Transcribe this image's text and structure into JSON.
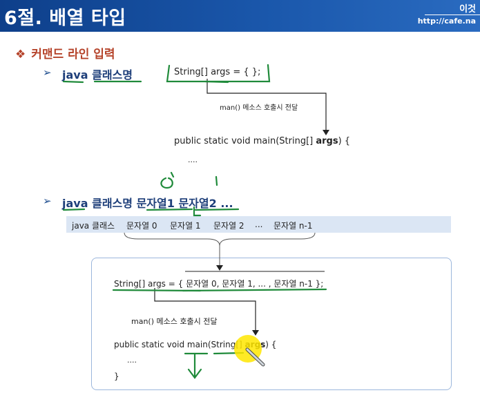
{
  "header": {
    "title": "6절. 배열 타입",
    "author": "이것",
    "url": "http://cafe.na"
  },
  "section": {
    "bullet_symbol": "❖",
    "heading": "커맨드 라인 입력"
  },
  "first": {
    "arrow": "➢",
    "label_java": "java",
    "label_class": "클래스명",
    "code_array": "String[] args = { };",
    "call_note": "man() 메소스 호출시 전달",
    "main_sig_prefix": "public static void main(String[] ",
    "main_sig_args": "args",
    "main_sig_suffix": ") {",
    "dots": "...."
  },
  "second": {
    "arrow": "➢",
    "label_java": "java",
    "label_class": "클래스명",
    "label_str1": "문자열1",
    "label_str2": "문자열2",
    "label_more": "...",
    "band_cmd": "java 클래스",
    "band_items": [
      "문자열 0",
      "문자열 1",
      "문자열 2",
      "...",
      "문자열 n-1"
    ]
  },
  "panel": {
    "code_array": "String[] args = { 문자열 0, 문자열 1, ... , 문자열 n-1 };",
    "call_note": "man() 메소스 호출시 전달",
    "main_sig_prefix": "public static void main(String[] ",
    "main_sig_args": "args",
    "main_sig_suffix": ") {",
    "dots": "....",
    "close_brace": "}"
  }
}
